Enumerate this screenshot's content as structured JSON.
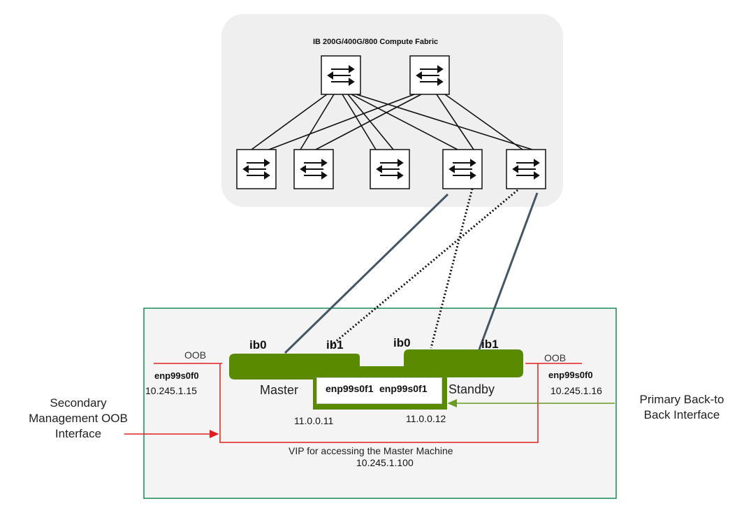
{
  "fabric": {
    "title": "IB 200G/400G/800 Compute Fabric",
    "spine_switch_count": 2,
    "leaf_switch_count": 5,
    "icon": "switch-arrows-icon"
  },
  "master": {
    "role_label": "Master",
    "ib0_label": "ib0",
    "ib1_label": "ib1",
    "oob_label": "OOB",
    "oob_interface": "enp99s0f0",
    "oob_ip": "10.245.1.15",
    "b2b_interface": "enp99s0f1",
    "b2b_ip": "11.0.0.11"
  },
  "standby": {
    "role_label": "Standby",
    "ib0_label": "ib0",
    "ib1_label": "ib1",
    "oob_label": "OOB",
    "oob_interface": "enp99s0f0",
    "oob_ip": "10.245.1.16",
    "b2b_interface": "enp99s0f1",
    "b2b_ip": "11.0.0.12"
  },
  "vip": {
    "caption": "VIP for accessing the Master Machine",
    "ip": "10.245.1.100"
  },
  "callouts": {
    "secondary_line1": "Secondary",
    "secondary_line2": "Management OOB",
    "secondary_line3": "Interface",
    "primary_line1": "Primary Back-to",
    "primary_line2": "Back Interface"
  },
  "colors": {
    "fabric_bg": "#efefef",
    "node_green": "#5a8a00",
    "cluster_border": "#1a8a5a",
    "cluster_bg": "#f4f4f4",
    "oob_red": "#e02020",
    "b2b_arrow_green": "#6a9a20",
    "ib_link": "#445566"
  }
}
